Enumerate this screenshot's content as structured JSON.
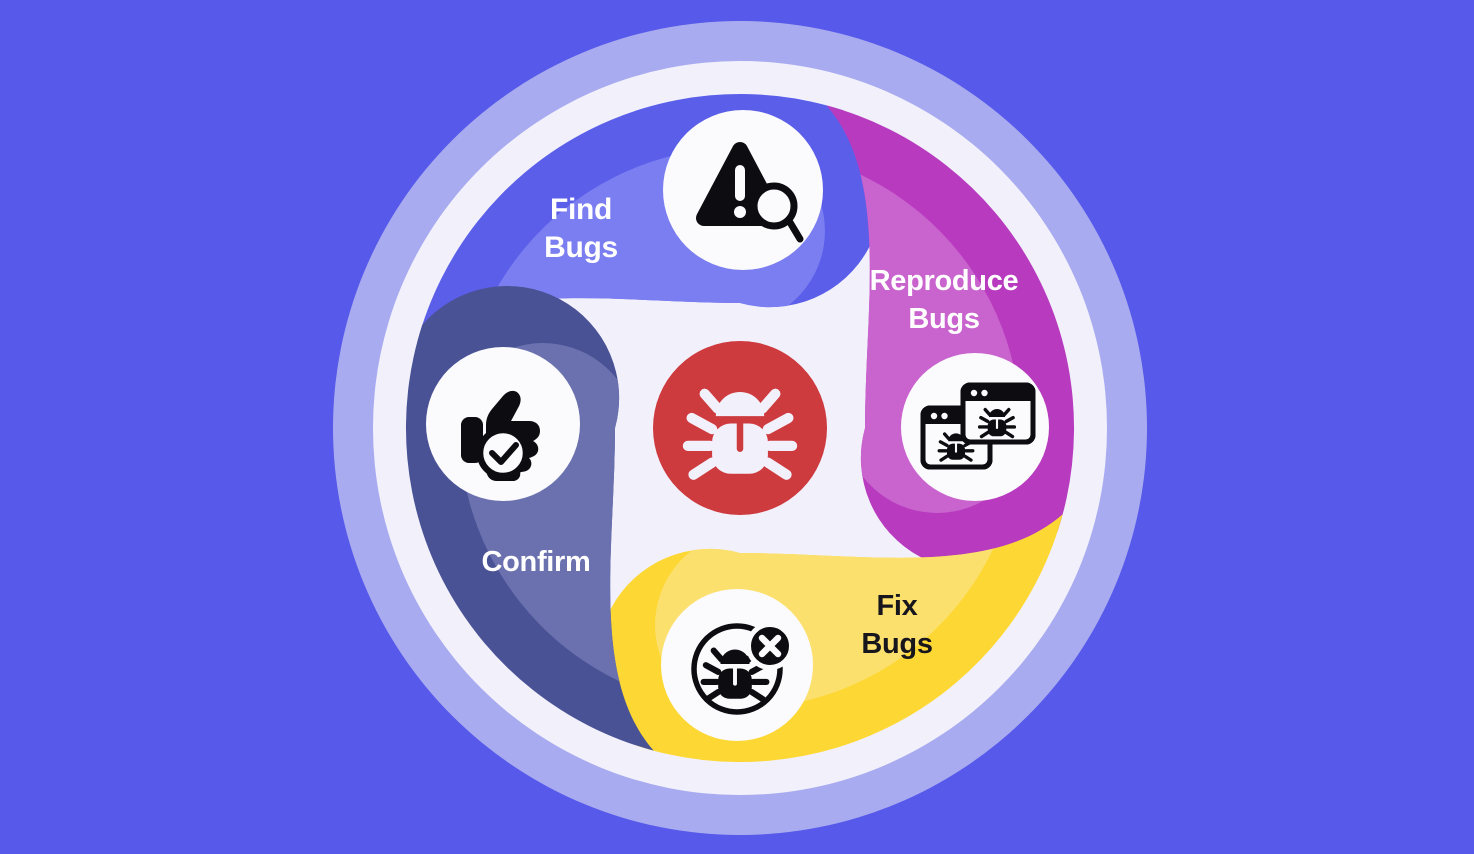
{
  "diagram": {
    "title": "Bug lifecycle pinwheel",
    "center": {
      "icon": "bug-icon"
    },
    "steps": [
      {
        "id": "find-bugs",
        "lines": [
          "Find",
          "Bugs"
        ],
        "icon": "warning-magnifier-icon",
        "label_color": "#ffffff"
      },
      {
        "id": "reproduce-bugs",
        "lines": [
          "Reproduce",
          "Bugs"
        ],
        "icon": "browser-windows-bug-icon",
        "label_color": "#ffffff"
      },
      {
        "id": "fix-bugs",
        "lines": [
          "Fix",
          "Bugs"
        ],
        "icon": "bug-crossed-icon",
        "label_color": "#17161c"
      },
      {
        "id": "confirm",
        "lines": [
          "Confirm"
        ],
        "icon": "thumbs-up-check-icon",
        "label_color": "#ffffff"
      }
    ]
  },
  "colors": {
    "background": "#5659e9",
    "ring_outer": "#a9abf0",
    "ring_disc": "#f2f1fb",
    "hub_ring": "#f2f1fb",
    "hub_red": "#ce3b3e",
    "badge": "#fbfafd",
    "icon_ink": "#0d0c11",
    "segments": {
      "find": {
        "fill": "#5a5ee9",
        "light": "#7b7ef0"
      },
      "reproduce": {
        "fill": "#b83bbf",
        "light": "#c963ce"
      },
      "fix": {
        "fill": "#fdd733",
        "light": "#fce06d"
      },
      "confirm": {
        "fill": "#4a5296",
        "light": "#6a71ae"
      }
    }
  }
}
